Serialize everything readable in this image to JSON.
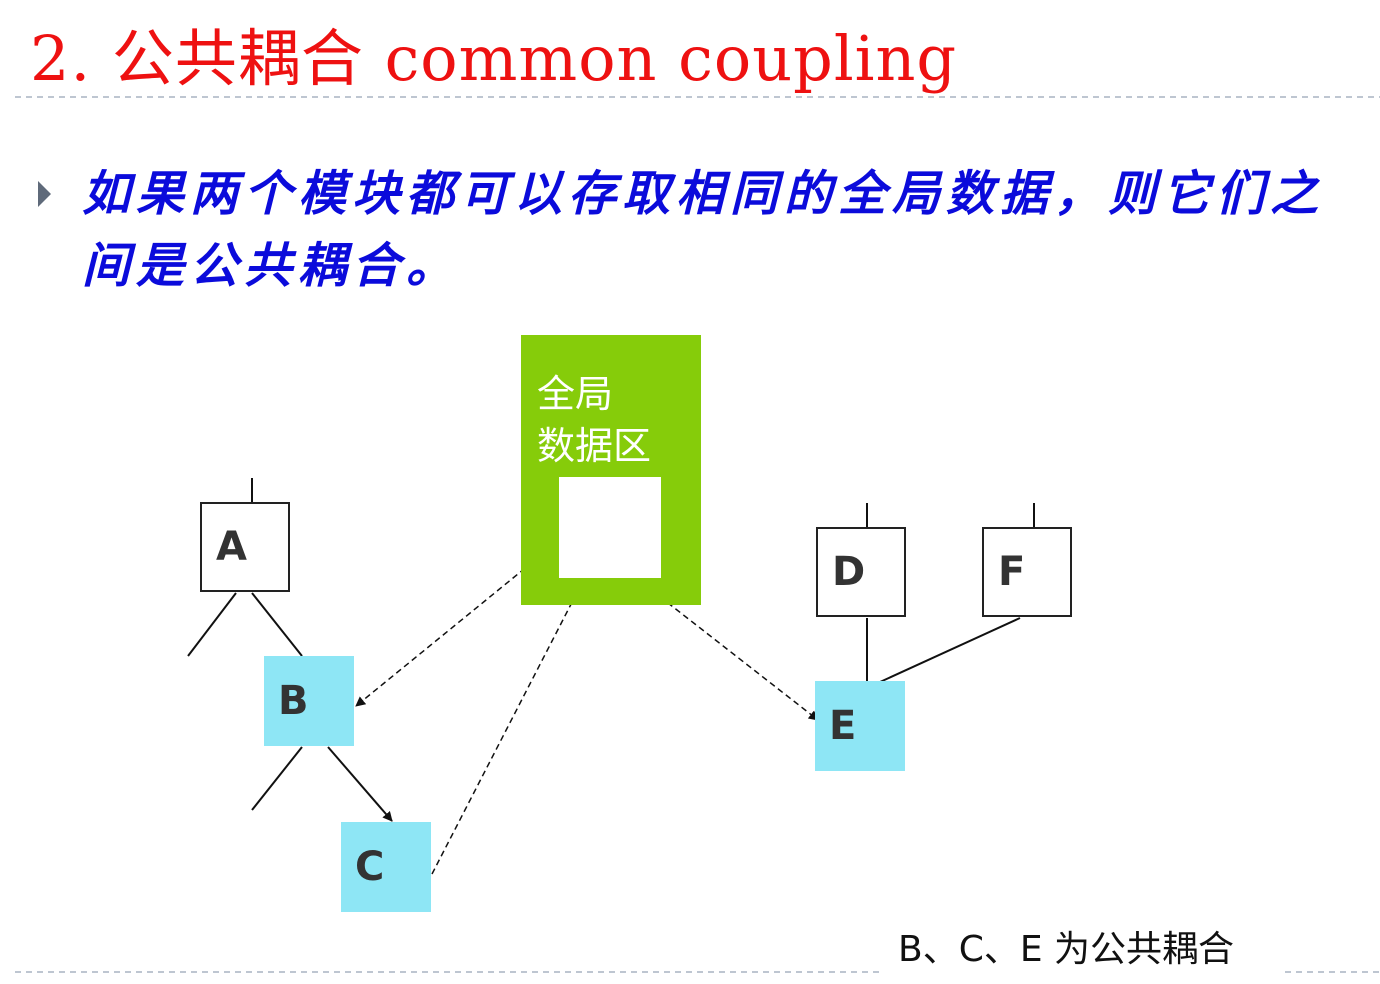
{
  "title": "2. 公共耦合 common coupling",
  "bullet": {
    "text": "如果两个模块都可以存取相同的全局数据，则它们之间是公共耦合。"
  },
  "global_area": {
    "label_line1": "全局",
    "label_line2": "数据区"
  },
  "modules": {
    "a": "A",
    "b": "B",
    "c": "C",
    "d": "D",
    "e": "E",
    "f": "F"
  },
  "caption": "B、C、E 为公共耦合",
  "colors": {
    "title": "#ee1111",
    "bullet_text": "#0b0bdb",
    "global_box": "#86cc0a",
    "shared_module": "#8ee6f5"
  }
}
